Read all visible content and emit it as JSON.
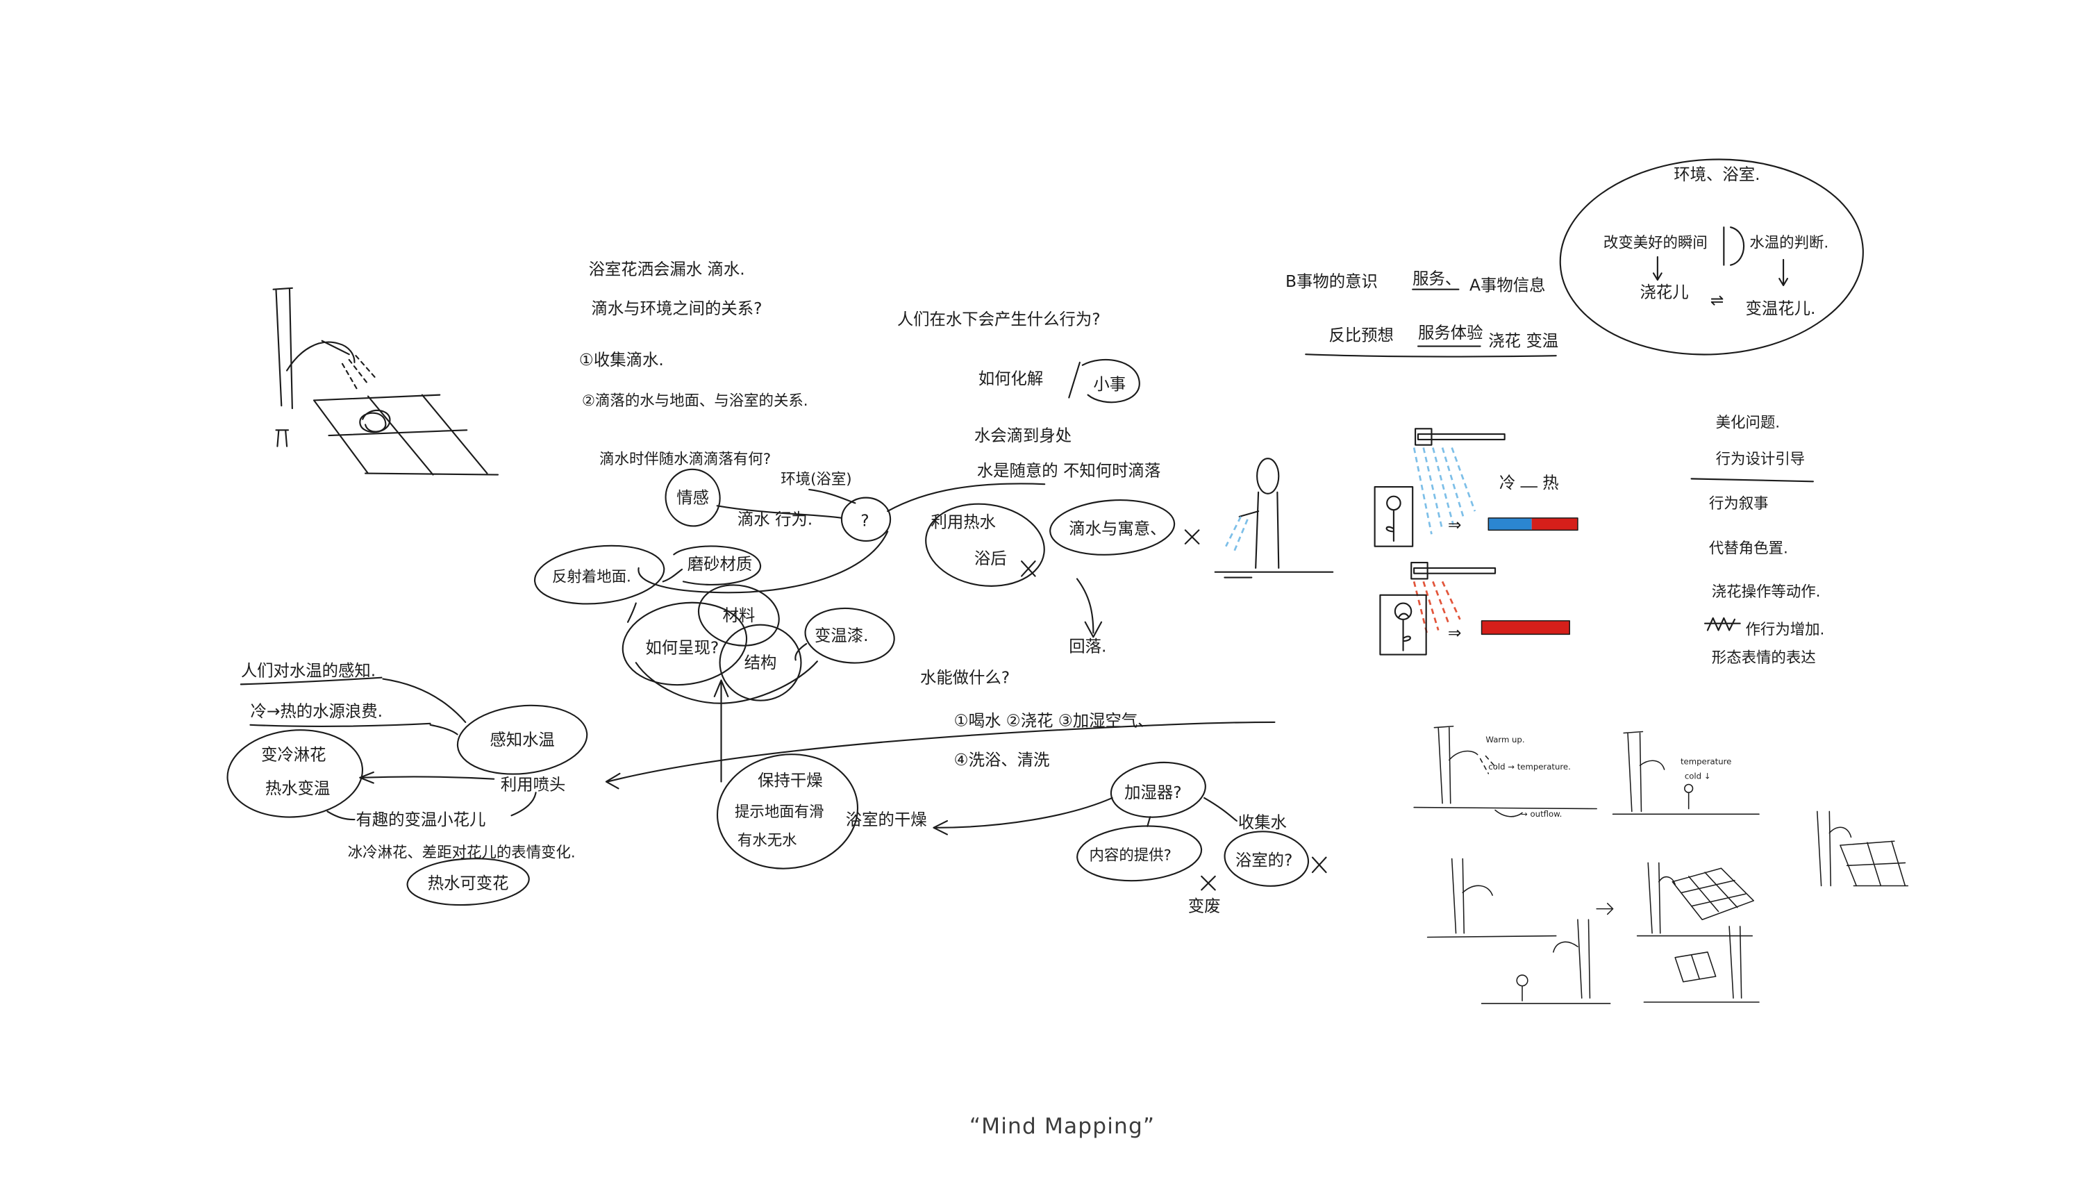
{
  "caption": "“Mind Mapping”",
  "colors": {
    "background": "#ffffff",
    "ink": "#1c1c1c",
    "cold": "#2b86d1",
    "hot": "#d61f1a",
    "spray_cold": "#7dbfe8",
    "spray_hot": "#e2553b",
    "caption": "#3c3c3c"
  },
  "problem": {
    "leak": "浴室花洒会漏水 滴水.",
    "relation": "滴水与环境之间的关系?",
    "collect": "①收集滴水.",
    "floor": "②滴落的水与地面、与浴室的关系.",
    "sound": "滴水时伴随水滴滴落有何?"
  },
  "drip": {
    "emotion": "情感",
    "environment": "环境(浴室)",
    "behavior": "滴水 行为.",
    "question_mark": "?",
    "hot_water": "利用热水",
    "after_bath": "浴后",
    "meaning": "滴水与寓意、"
  },
  "behavior": {
    "question": "人们在水下会产生什么行为?",
    "solve": "如何化解",
    "small_matter": "小事",
    "drip_body": "水会滴到身处",
    "random": "水是随意的 不知何时滴落",
    "fall": "回落."
  },
  "material": {
    "reflect": "反射着地面.",
    "frosted": "磨砂材质",
    "material": "材料",
    "present": "如何呈现?",
    "structure": "结构",
    "paint": "变温漆."
  },
  "temperature": {
    "perception": "人们对水温的感知.",
    "waste": "冷→热的水源浪费.",
    "cold_flower": "变冷淋花",
    "hot_warm": "热水变温",
    "sense": "感知水温",
    "shower_head": "利用喷头",
    "fun_flower": "有趣的变温小花儿",
    "expression": "冰冷淋花、差距对花儿的表情变化.",
    "hot_change": "热水可变花"
  },
  "uses": {
    "question": "水能做什么?",
    "line1": "①喝水   ②浇花   ③加湿空气、",
    "line2": "④洗浴、清洗",
    "keep_dry": "保持干燥",
    "hint": "提示地面有滑",
    "wet_dry": "有水无水",
    "bath_dry": "浴室的干燥",
    "humidifier": "加湿器?",
    "collect_water": "收集水",
    "content": "内容的提供?",
    "bathroom": "浴室的?",
    "waste": "变废"
  },
  "concept": {
    "env": "环境、浴室.",
    "change": "改变美好的瞬间",
    "judge": "水温的判断.",
    "water_flower": "浇花儿",
    "exchange": "⇌",
    "result": "变温花儿.",
    "b_awareness": "B事物的意识",
    "service": "服务、",
    "a_info": "A事物信息",
    "reverse": "反比预想",
    "experience": "服务体验",
    "warm": "浇花 变温"
  },
  "design_notes": [
    "美化问题.",
    "行为设计引导",
    "行为叙事",
    "代替角色置.",
    "浇花操作等动作.",
    "作行为增加.",
    "形态表情的表达"
  ],
  "storyboard": {
    "cold_label": "冷",
    "hot_label": "热",
    "arrow": "⇒",
    "warm_up": "Warm up.",
    "cold_temp": "cold → temperature.",
    "outflow": "→ outflow.",
    "temperature": "temperature",
    "cold": "cold ↓"
  }
}
